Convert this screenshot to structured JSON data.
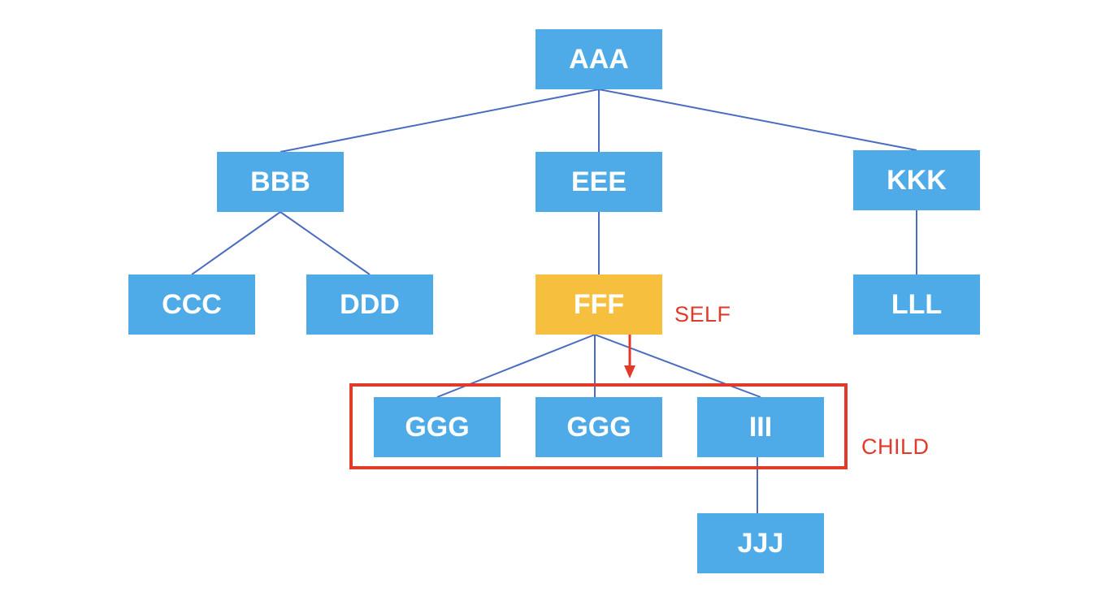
{
  "diagram": {
    "nodes": {
      "aaa": "AAA",
      "bbb": "BBB",
      "eee": "EEE",
      "kkk": "KKK",
      "ccc": "CCC",
      "ddd": "DDD",
      "fff": "FFF",
      "lll": "LLL",
      "ggg_1": "GGG",
      "ggg_2": "GGG",
      "iii": "III",
      "jjj": "JJJ"
    },
    "edges": [
      [
        "AAA",
        "BBB"
      ],
      [
        "AAA",
        "EEE"
      ],
      [
        "AAA",
        "KKK"
      ],
      [
        "BBB",
        "CCC"
      ],
      [
        "BBB",
        "DDD"
      ],
      [
        "EEE",
        "FFF"
      ],
      [
        "KKK",
        "LLL"
      ],
      [
        "FFF",
        "GGG"
      ],
      [
        "FFF",
        "GGG"
      ],
      [
        "FFF",
        "III"
      ],
      [
        "III",
        "JJJ"
      ]
    ],
    "annotations": {
      "self": "SELF",
      "child": "CHILD"
    },
    "colors": {
      "node": "#4eabe8",
      "self_node": "#f6c03e",
      "edge": "#4a6cc0",
      "highlight": "#e13a2a"
    }
  }
}
